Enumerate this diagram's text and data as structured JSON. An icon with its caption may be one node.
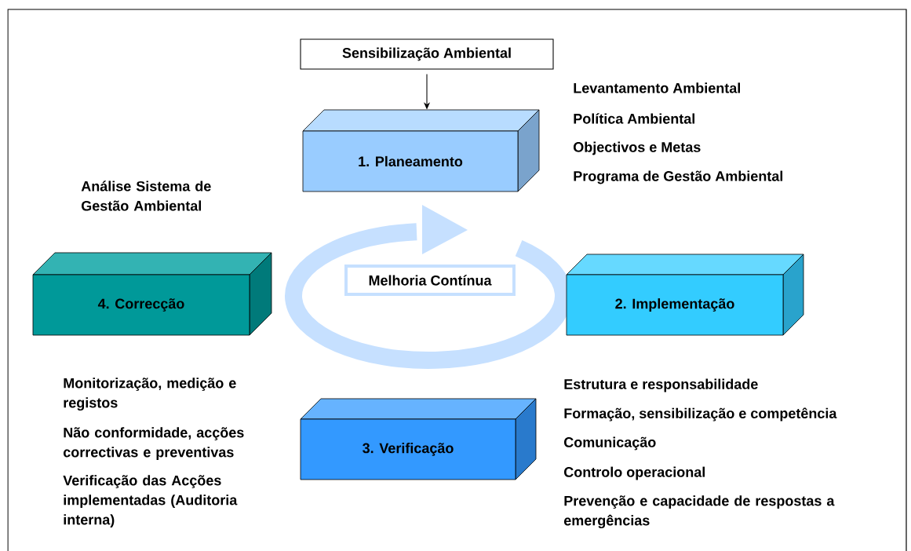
{
  "diagram": {
    "nodes": [
      {
        "text": [
          "Sensibilização Ambiental"
        ]
      },
      {
        "text": [
          "1. Planeamento"
        ]
      },
      {
        "text": [
          "2. Implementação"
        ]
      },
      {
        "text": [
          "3. Verificação"
        ]
      },
      {
        "text": [
          "4. Correcção"
        ]
      },
      {
        "text": [
          "Melhoria Contínua"
        ]
      }
    ],
    "edges": [
      {
        "from": 0,
        "to": 1,
        "arrow": "to"
      }
    ],
    "labels": [
      "Levantamento Ambiental",
      "Política Ambiental",
      "Objectivos e Metas",
      "Programa de Gestão Ambiental",
      "Análise Sistema de Gestão Ambiental",
      "Monitorização, medição e registos",
      "Não conformidade, acções correctivas e preventivas",
      "Verificação das Acções implementadas (Auditoria interna)",
      "Estrutura e responsabilidade",
      "Formação, sensibilização e competência",
      "Comunicação",
      "Controlo operacional",
      "Prevenção e capacidade de respostas a emergências"
    ]
  }
}
